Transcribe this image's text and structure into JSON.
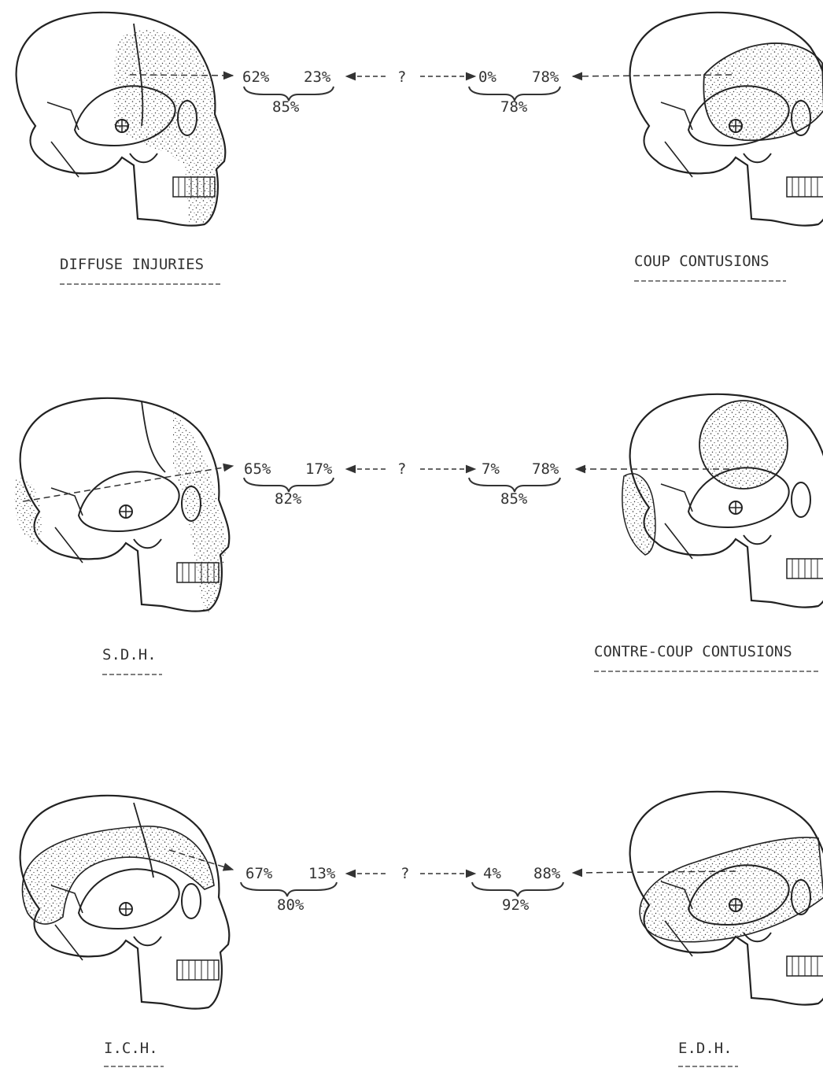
{
  "rows": [
    {
      "left_label": "DIFFUSE INJURIES",
      "right_label": "COUP CONTUSIONS",
      "left_a": "62%",
      "left_b": "23%",
      "left_total": "85%",
      "question": "?",
      "right_a": "0%",
      "right_b": "78%",
      "right_total": "78%"
    },
    {
      "left_label": "S.D.H.",
      "right_label": "CONTRE-COUP CONTUSIONS",
      "left_a": "65%",
      "left_b": "17%",
      "left_total": "82%",
      "question": "?",
      "right_a": "7%",
      "right_b": "78%",
      "right_total": "85%"
    },
    {
      "left_label": "I.C.H.",
      "right_label": "E.D.H.",
      "left_a": "67%",
      "left_b": "13%",
      "left_total": "80%",
      "question": "?",
      "right_a": "4%",
      "right_b": "88%",
      "right_total": "92%"
    }
  ]
}
